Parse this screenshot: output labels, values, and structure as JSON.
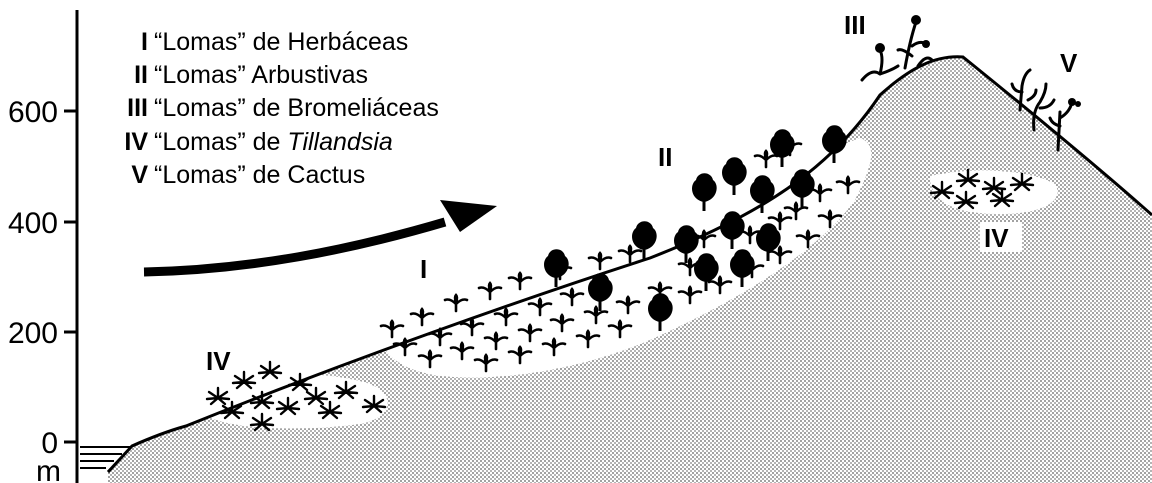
{
  "axis": {
    "unit": "m",
    "ticks": [
      "0",
      "200",
      "400",
      "600"
    ]
  },
  "legend": [
    {
      "numeral": "I",
      "prefix": "“Lomas” de ",
      "name": "Herbáceas",
      "italic": false
    },
    {
      "numeral": "II",
      "prefix": "“Lomas” ",
      "name": "Arbustivas",
      "italic": false
    },
    {
      "numeral": "III",
      "prefix": "“Lomas” de ",
      "name": "Bromeliáceas",
      "italic": false
    },
    {
      "numeral": "IV",
      "prefix": "“Lomas” de ",
      "name": "Tillandsia",
      "italic": true
    },
    {
      "numeral": "V",
      "prefix": "“Lomas” de ",
      "name": "Cactus",
      "italic": false
    }
  ],
  "zones": {
    "iv_lower": "IV",
    "i_herbaceous": "I",
    "ii_shrubs": "II",
    "iii_bromeliads": "III",
    "v_cactus": "V",
    "iv_upper": "IV"
  },
  "colors": {
    "ink": "#000000",
    "paper": "#ffffff",
    "ground_stipple": "#6b6b6b"
  }
}
